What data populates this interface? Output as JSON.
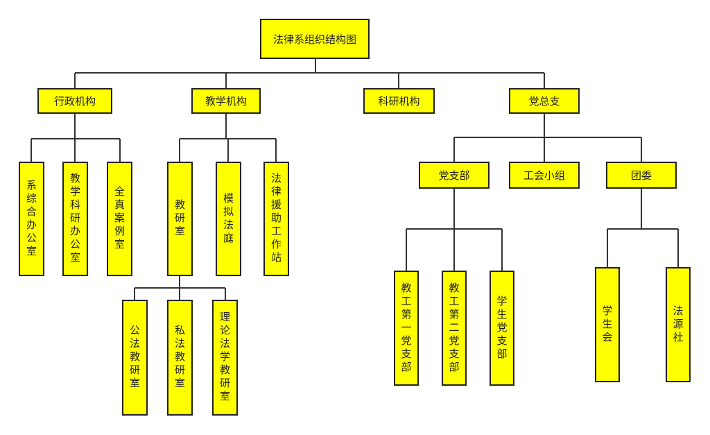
{
  "colors": {
    "box_fill": "#ffff00",
    "border": "#222222",
    "line": "#333333"
  },
  "nodes": {
    "root": "法律系组织结构图",
    "admin": "行政机构",
    "teaching": "教学机构",
    "research": "科研机构",
    "party": "党总支",
    "admin_office": "系综合办公室",
    "teaching_research_office": "教学科研办公室",
    "case_room": "全真案例室",
    "teaching_research_room": "教研室",
    "moot_court": "模拟法庭",
    "legal_aid": "法律援助工作站",
    "public_law": "公法教研室",
    "private_law": "私法教研室",
    "theory_law": "理论法学教研室",
    "party_branch": "党支部",
    "union_group": "工会小组",
    "league": "团委",
    "faculty_branch_1": "教工第一党支部",
    "faculty_branch_2": "教工第二党支部",
    "student_branch": "学生党支部",
    "student_union": "学生会",
    "fayuan_club": "法源社"
  }
}
